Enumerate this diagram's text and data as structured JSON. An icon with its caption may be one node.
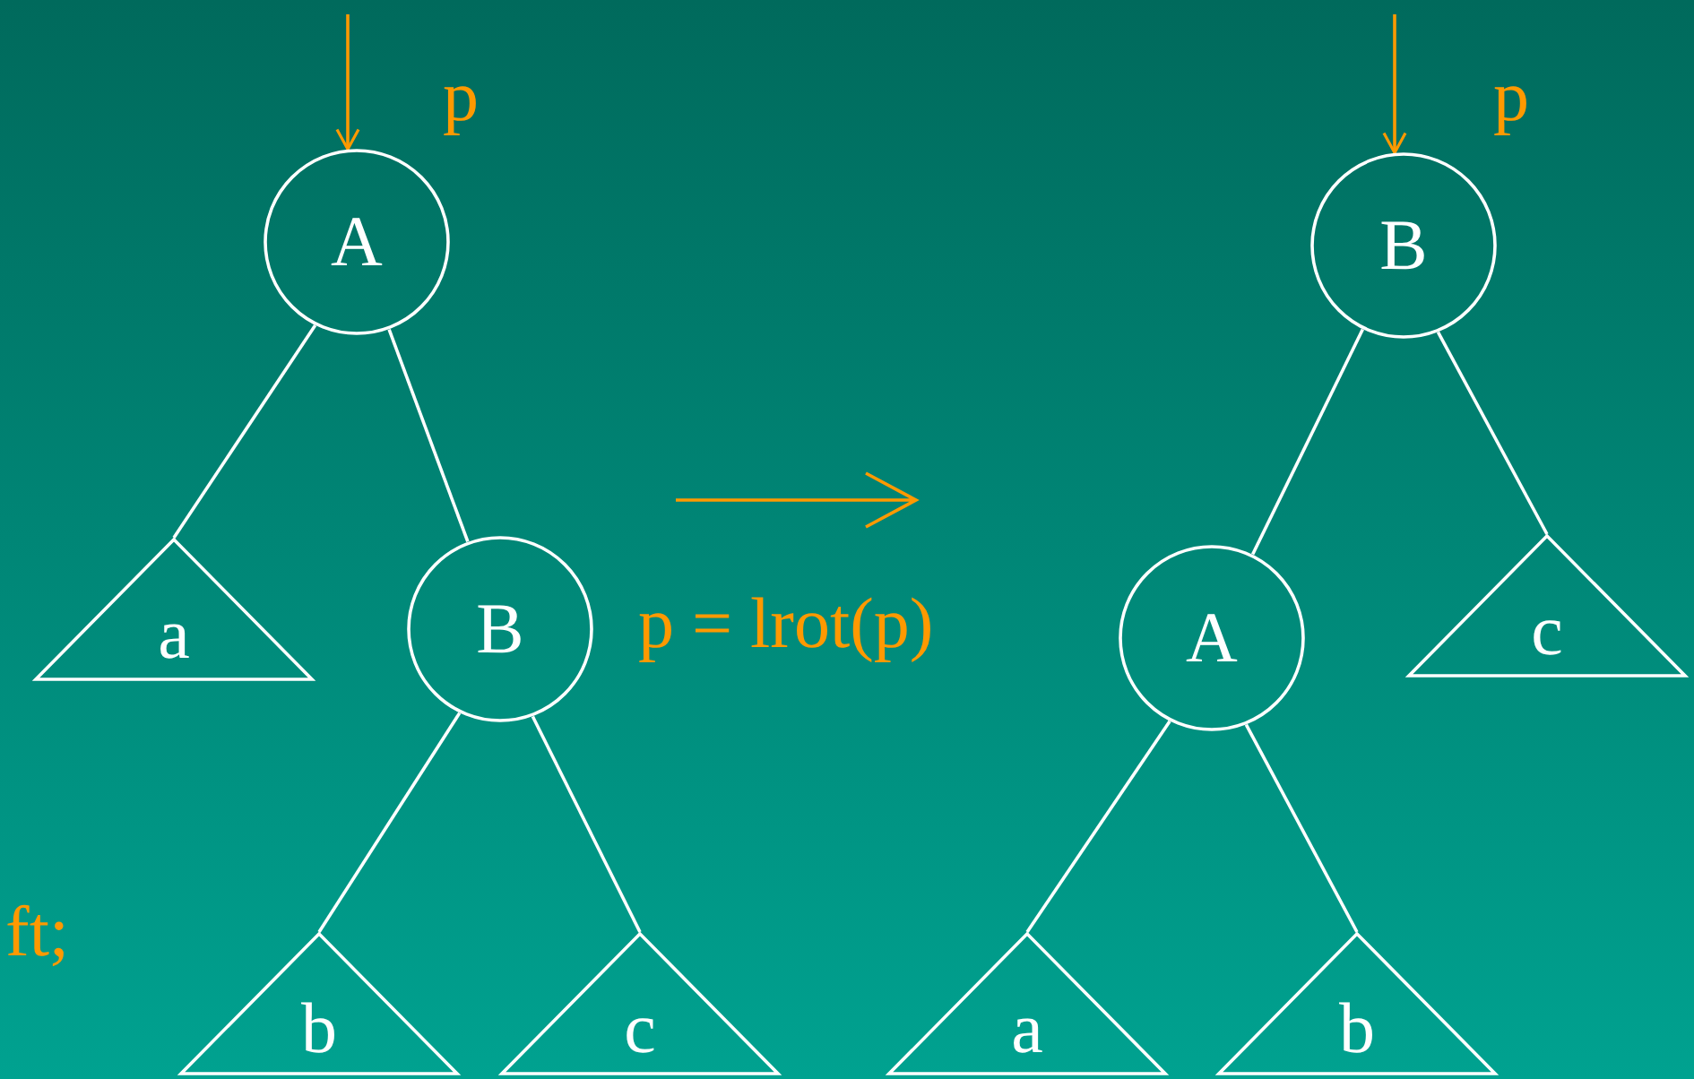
{
  "diagram": {
    "nodes": [
      {
        "text": [
          "A"
        ]
      },
      {
        "text": [
          "a"
        ]
      },
      {
        "text": [
          "B"
        ]
      },
      {
        "text": [
          "b"
        ]
      },
      {
        "text": [
          "c"
        ]
      },
      {
        "text": [
          "B"
        ]
      },
      {
        "text": [
          "A"
        ]
      },
      {
        "text": [
          "c"
        ]
      },
      {
        "text": [
          "a"
        ]
      },
      {
        "text": [
          "b"
        ]
      }
    ],
    "edges": [
      {
        "from": null,
        "to": 0,
        "arrow": "to",
        "color": "#ff9900"
      },
      {
        "from": 0,
        "to": 1,
        "arrow": "none"
      },
      {
        "from": 0,
        "to": 2,
        "arrow": "none"
      },
      {
        "from": 2,
        "to": 3,
        "arrow": "none"
      },
      {
        "from": 2,
        "to": 4,
        "arrow": "none"
      },
      {
        "from": null,
        "to": 5,
        "arrow": "to",
        "color": "#ff9900"
      },
      {
        "from": 5,
        "to": 6,
        "arrow": "none"
      },
      {
        "from": 5,
        "to": 7,
        "arrow": "none"
      },
      {
        "from": 6,
        "to": 8,
        "arrow": "none"
      },
      {
        "from": 6,
        "to": 9,
        "arrow": "none"
      }
    ],
    "labels": [
      "p",
      "p",
      "p = lrot(p)",
      "ft;"
    ]
  }
}
